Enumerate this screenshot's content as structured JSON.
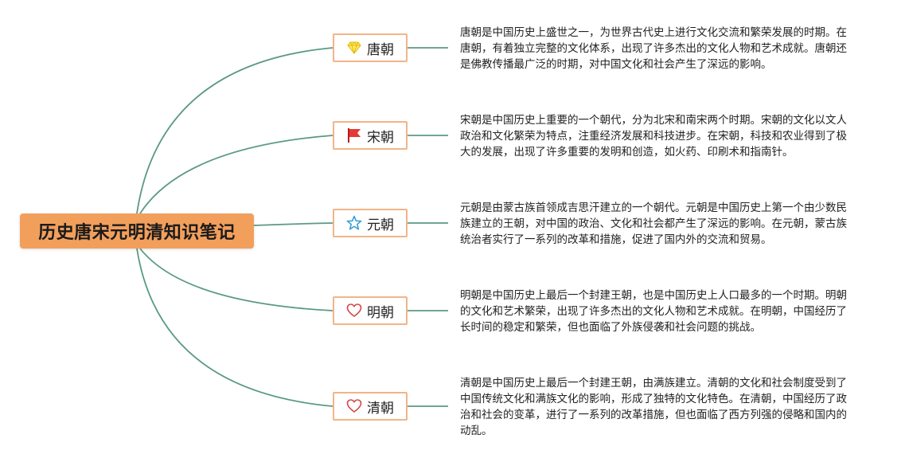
{
  "root": {
    "title": "历史唐宋元明清知识笔记"
  },
  "colors": {
    "root_fill": "#f29f5c",
    "branch_border": "#f2b487",
    "connector": "#5b9a82"
  },
  "branches": [
    {
      "label": "唐朝",
      "icon": "diamond-icon",
      "note": "唐朝是中国历史上盛世之一，为世界古代史上进行文化交流和繁荣发展的时期。在唐朝，有着独立完整的文化体系，出现了许多杰出的文化人物和艺术成就。唐朝还是佛教传播最广泛的时期，对中国文化和社会产生了深远的影响。"
    },
    {
      "label": "宋朝",
      "icon": "red-flag-icon",
      "note": "宋朝是中国历史上重要的一个朝代，分为北宋和南宋两个时期。宋朝的文化以文人政治和文化繁荣为特点，注重经济发展和科技进步。在宋朝，科技和农业得到了极大的发展，出现了许多重要的发明和创造，如火药、印刷术和指南针。"
    },
    {
      "label": "元朝",
      "icon": "star-icon",
      "note": "元朝是由蒙古族首领成吉思汗建立的一个朝代。元朝是中国历史上第一个由少数民族建立的王朝，对中国的政治、文化和社会都产生了深远的影响。在元朝，蒙古族统治者实行了一系列的改革和措施，促进了国内外的交流和贸易。"
    },
    {
      "label": "明朝",
      "icon": "heart-icon",
      "note": "明朝是中国历史上最后一个封建王朝，也是中国历史上人口最多的一个时期。明朝的文化和艺术繁荣，出现了许多杰出的文化人物和艺术成就。在明朝，中国经历了长时间的稳定和繁荣，但也面临了外族侵袭和社会问题的挑战。"
    },
    {
      "label": "清朝",
      "icon": "heart-icon",
      "note": "清朝是中国历史上最后一个封建王朝，由满族建立。清朝的文化和社会制度受到了中国传统文化和满族文化的影响，形成了独特的文化特色。在清朝，中国经历了政治和社会的变革，进行了一系列的改革措施，但也面临了西方列强的侵略和国内的动乱。"
    }
  ]
}
